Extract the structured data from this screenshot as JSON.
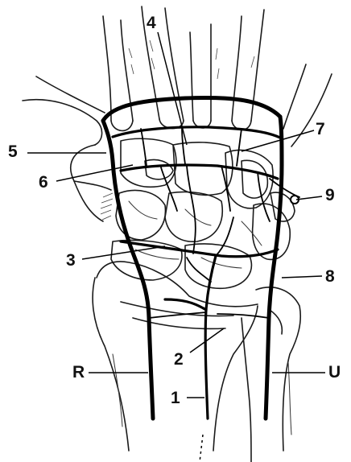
{
  "labels": {
    "l1": "1",
    "l2": "2",
    "l3": "3",
    "l4": "4",
    "l5": "5",
    "l6": "6",
    "l7": "7",
    "l8": "8",
    "l9": "9",
    "lR": "R",
    "lU": "U"
  },
  "colors": {
    "ink": "#000000",
    "paper": "#ffffff"
  }
}
